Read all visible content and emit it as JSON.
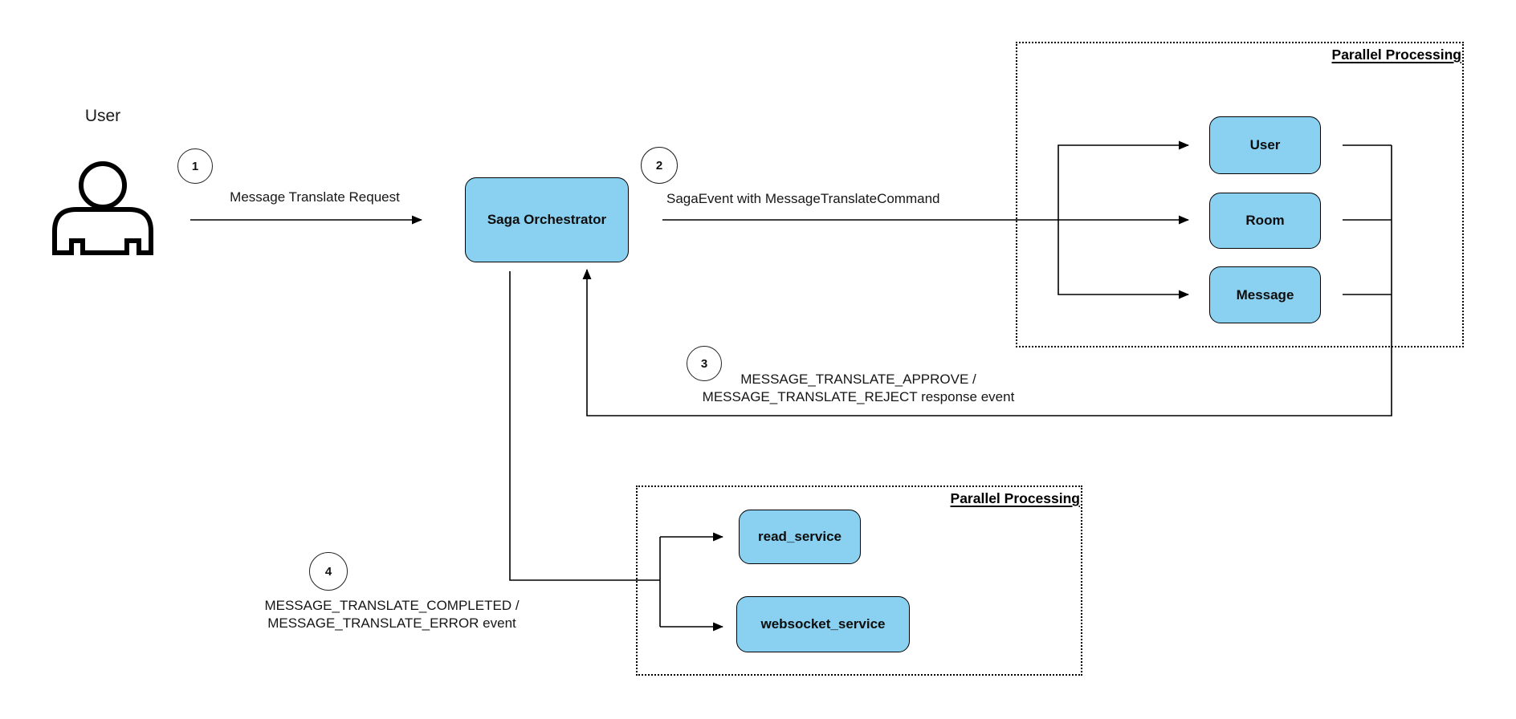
{
  "diagram": {
    "title_hint": "Saga orchestration message-translate flow",
    "colors": {
      "node_fill": "#8AD1F1",
      "node_border": "#000000",
      "line": "#000000",
      "background": "#FFFFFF",
      "text": "#111111"
    },
    "actor": {
      "label": "User",
      "icon": "person-icon"
    },
    "orchestrator": {
      "label": "Saga Orchestrator"
    },
    "steps": {
      "s1": {
        "number": "1",
        "label": "Message Translate Request"
      },
      "s2": {
        "number": "2",
        "label": "SagaEvent with MessageTranslateCommand"
      },
      "s3": {
        "number": "3",
        "line1": "MESSAGE_TRANSLATE_APPROVE /",
        "line2": "MESSAGE_TRANSLATE_REJECT response event"
      },
      "s4": {
        "number": "4",
        "line1": "MESSAGE_TRANSLATE_COMPLETED /",
        "line2": "MESSAGE_TRANSLATE_ERROR event"
      }
    },
    "top_group": {
      "title": "Parallel Processing",
      "nodes": {
        "n1": "User",
        "n2": "Room",
        "n3": "Message"
      }
    },
    "bottom_group": {
      "title": "Parallel Processing",
      "nodes": {
        "n1": "read_service",
        "n2": "websocket_service"
      }
    }
  }
}
